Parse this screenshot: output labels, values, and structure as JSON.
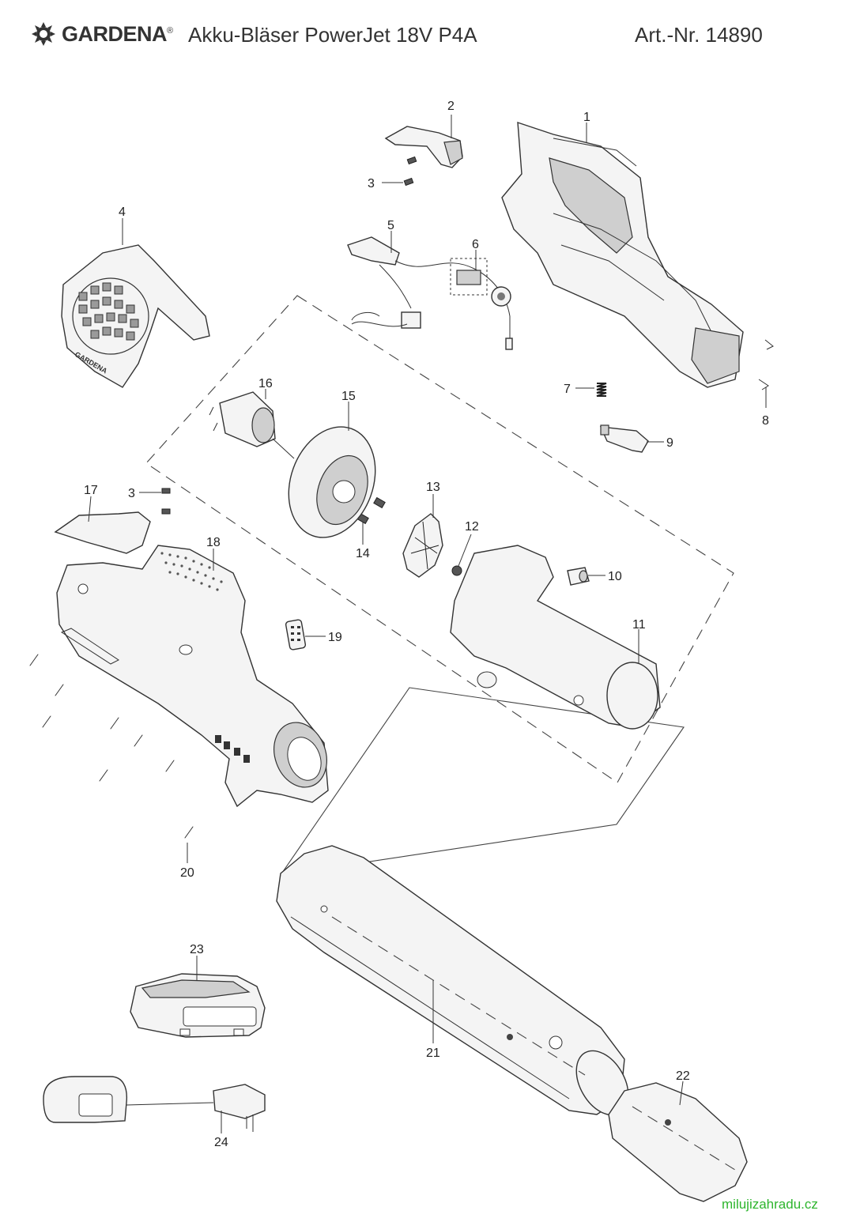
{
  "header": {
    "brand": "GARDENA",
    "registered_mark": "®",
    "product_name": "Akku-Bläser PowerJet 18V P4A",
    "article_number": "Art.-Nr. 14890"
  },
  "callouts": [
    "1",
    "2",
    "3",
    "4",
    "5",
    "6",
    "7",
    "8",
    "9",
    "10",
    "11",
    "12",
    "13",
    "14",
    "15",
    "16",
    "17",
    "3",
    "18",
    "19",
    "20",
    "21",
    "22",
    "23",
    "24"
  ],
  "embossed_text": {
    "guard_logo": "GARDENA"
  },
  "watermark": "milujizahradu.cz",
  "colors": {
    "line": "#333333",
    "watermark": "#2db52d",
    "background": "#ffffff"
  }
}
